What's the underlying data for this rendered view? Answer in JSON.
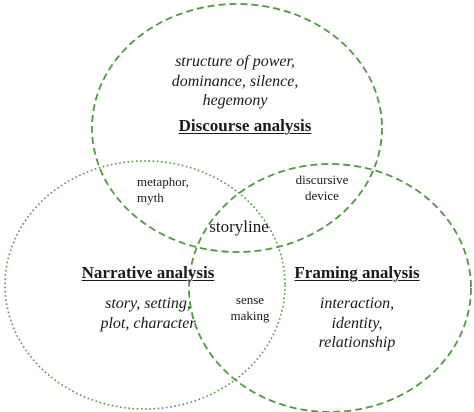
{
  "circles": {
    "discourse": {
      "name": "Discourse analysis",
      "concepts": [
        "structure of power,",
        "dominance, silence,",
        "hegemony"
      ]
    },
    "narrative": {
      "name": "Narrative analysis",
      "concepts": [
        "story, setting,",
        "plot, character"
      ]
    },
    "framing": {
      "name": "Framing analysis",
      "concepts": [
        "interaction,",
        "identity,",
        "relationship"
      ]
    }
  },
  "overlaps": {
    "discourse_narrative": [
      "metaphor,",
      "myth"
    ],
    "discourse_framing": [
      "discursive",
      "device"
    ],
    "narrative_framing": [
      "sense",
      "making"
    ],
    "center": "storyline"
  },
  "colors": {
    "circle_stroke": "#4c9a3c",
    "text": "#1a1a1a"
  }
}
